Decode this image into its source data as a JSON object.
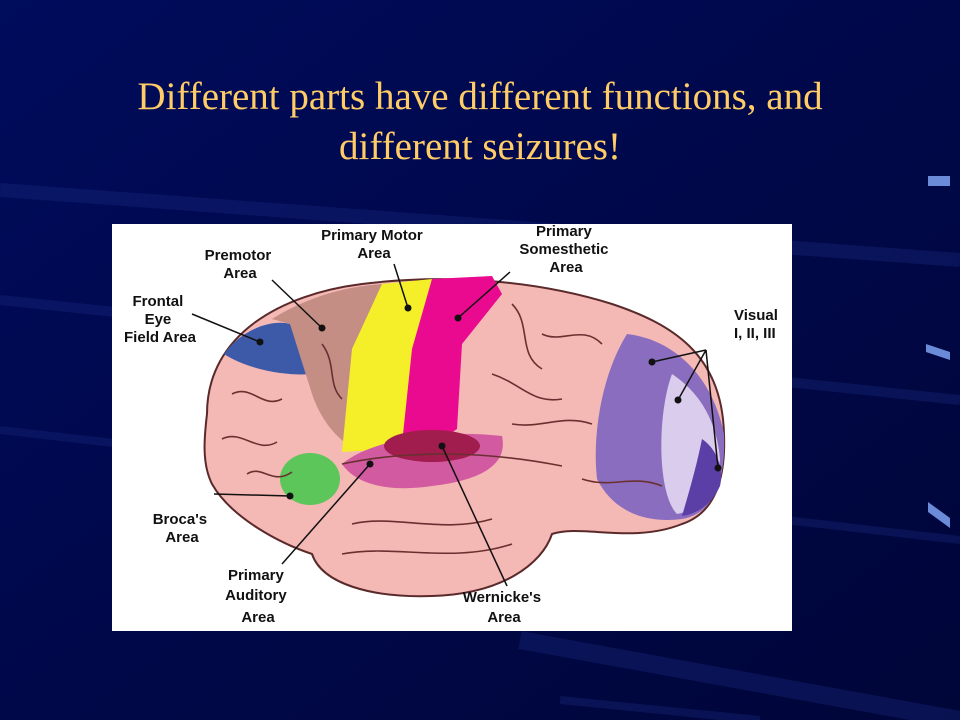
{
  "slide": {
    "title_line1": "Different parts have different functions, and",
    "title_line2": "different seizures!"
  },
  "colors": {
    "background": "#000a4a",
    "title": "#ffcc66",
    "cortex": "#f4b8b5",
    "premotor": "#c48e85",
    "frontal_eye_field": "#3d5aa8",
    "primary_motor": "#f5ef2a",
    "primary_somesthetic": "#ea0a8f",
    "broca": "#5cc65a",
    "auditory": "#d25aa0",
    "wernicke": "#a11d4d",
    "visual_outer": "#8a6dbf",
    "visual_mid": "#d9ccec",
    "visual_inner": "#5b3fa6"
  },
  "diagram": {
    "labels": {
      "primary_motor": [
        "Primary Motor",
        "Area"
      ],
      "primary_somesthetic": [
        "Primary",
        "Somesthetic",
        "Area"
      ],
      "premotor": [
        "Premotor",
        "Area"
      ],
      "frontal_eye_field": [
        "Frontal",
        "Eye",
        "Field Area"
      ],
      "visual": [
        "Visual",
        "I, II, III"
      ],
      "broca": [
        "Broca's",
        "Area"
      ],
      "primary_auditory": [
        "Primary",
        "Auditory",
        "Area"
      ],
      "wernicke": [
        "Wernicke's",
        "Area"
      ]
    }
  }
}
